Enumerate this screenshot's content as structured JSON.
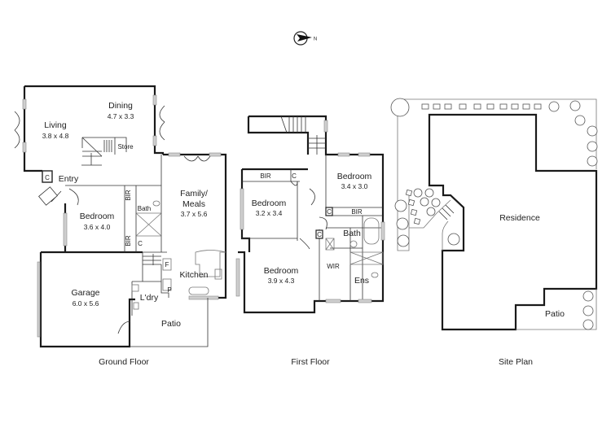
{
  "compass": {
    "label": "N"
  },
  "ground_floor": {
    "caption": "Ground Floor",
    "rooms": [
      {
        "name": "Living",
        "size": "3.8 x 4.8"
      },
      {
        "name": "Dining",
        "size": "4.7 x 3.3"
      },
      {
        "name": "Store",
        "size": ""
      },
      {
        "name": "Entry",
        "size": ""
      },
      {
        "name": "C",
        "size": ""
      },
      {
        "name": "Bedroom",
        "size": "3.6 x 4.0"
      },
      {
        "name": "BIR",
        "size": ""
      },
      {
        "name": "Bath",
        "size": ""
      },
      {
        "name": "BIR",
        "size": ""
      },
      {
        "name": "C",
        "size": ""
      },
      {
        "name": "Family/",
        "size": ""
      },
      {
        "name": "Meals",
        "size": "3.7 x 5.6"
      },
      {
        "name": "Kitchen",
        "size": ""
      },
      {
        "name": "F",
        "size": ""
      },
      {
        "name": "P",
        "size": ""
      },
      {
        "name": "Garage",
        "size": "6.0 x 5.6"
      },
      {
        "name": "L'dry",
        "size": ""
      },
      {
        "name": "Patio",
        "size": ""
      }
    ]
  },
  "first_floor": {
    "caption": "First Floor",
    "rooms": [
      {
        "name": "BIR",
        "size": ""
      },
      {
        "name": "C",
        "size": ""
      },
      {
        "name": "Bedroom",
        "size": "3.2 x 3.4"
      },
      {
        "name": "Bedroom",
        "size": "3.4 x 3.0"
      },
      {
        "name": "C",
        "size": ""
      },
      {
        "name": "BIR",
        "size": ""
      },
      {
        "name": "C",
        "size": ""
      },
      {
        "name": "Bath",
        "size": ""
      },
      {
        "name": "WIR",
        "size": ""
      },
      {
        "name": "Ens",
        "size": ""
      },
      {
        "name": "Bedroom",
        "size": "3.9 x 4.3"
      }
    ]
  },
  "site_plan": {
    "caption": "Site Plan",
    "labels": [
      {
        "name": "Residence"
      },
      {
        "name": "Patio"
      }
    ]
  }
}
